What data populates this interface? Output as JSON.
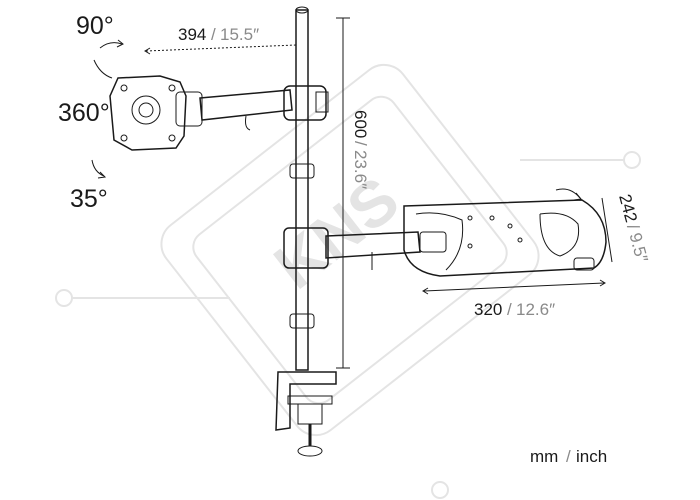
{
  "rotation": {
    "tilt": "90°",
    "swivel": "360°",
    "angle": "35°"
  },
  "dimensions": {
    "arm_length": {
      "mm": "394",
      "inch": "15.5″"
    },
    "pole_height": {
      "mm": "600",
      "inch": "23.6″"
    },
    "tray_width": {
      "mm": "320",
      "inch": "12.6″"
    },
    "tray_depth": {
      "mm": "242",
      "inch": "9.5″"
    }
  },
  "units": {
    "mm": "mm",
    "separator": "/",
    "inch": "inch"
  },
  "watermark": "KNS",
  "colors": {
    "line": "#1a1a1a",
    "secondary_text": "#8a8a8a",
    "watermark": "#e4e4e4"
  }
}
